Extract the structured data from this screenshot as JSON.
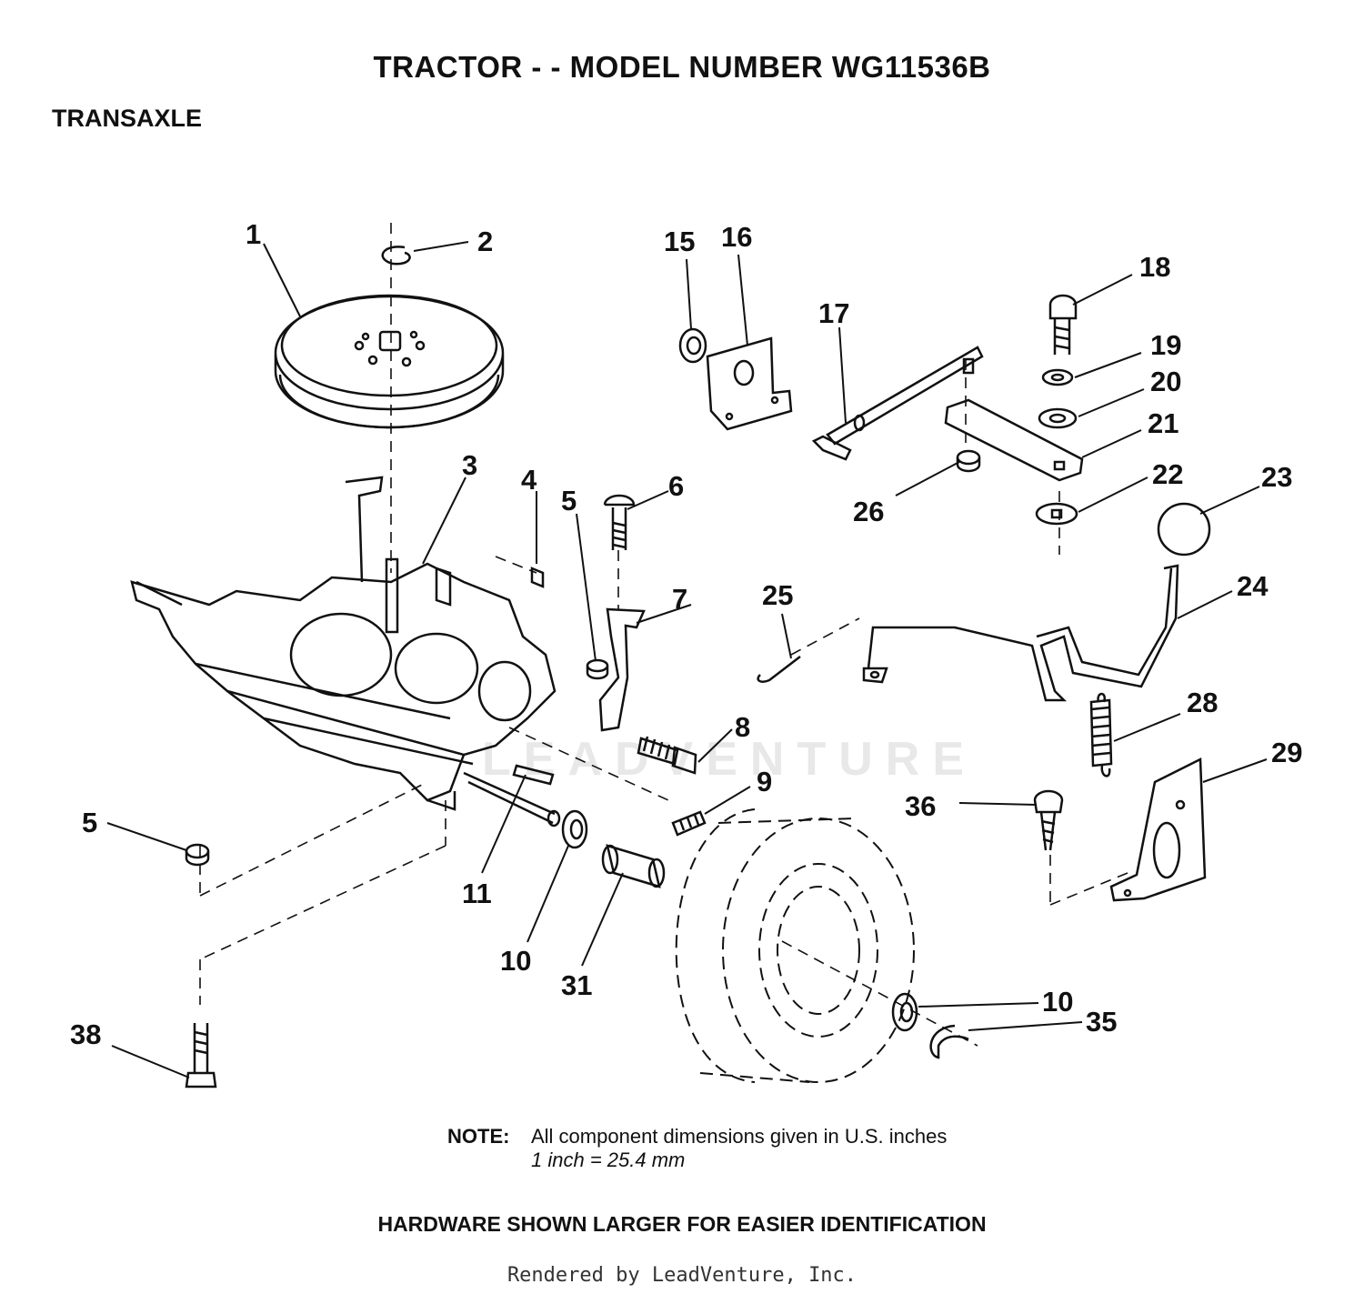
{
  "header": {
    "title": "TRACTOR - - MODEL NUMBER WG11536B",
    "subtitle": "TRANSAXLE"
  },
  "callouts": [
    "1",
    "2",
    "3",
    "4",
    "5",
    "6",
    "7",
    "8",
    "9",
    "10",
    "11",
    "15",
    "16",
    "17",
    "18",
    "19",
    "20",
    "21",
    "22",
    "23",
    "24",
    "25",
    "26",
    "28",
    "29",
    "31",
    "35",
    "36",
    "38",
    "5",
    "10"
  ],
  "note": {
    "label": "NOTE:",
    "line1": "All component dimensions given in U.S. inches",
    "line2": "1 inch = 25.4 mm"
  },
  "footer": {
    "hardware": "HARDWARE SHOWN LARGER FOR EASIER IDENTIFICATION",
    "rendered_by": "Rendered by LeadVenture, Inc."
  },
  "watermark": "LEADVENTURE"
}
